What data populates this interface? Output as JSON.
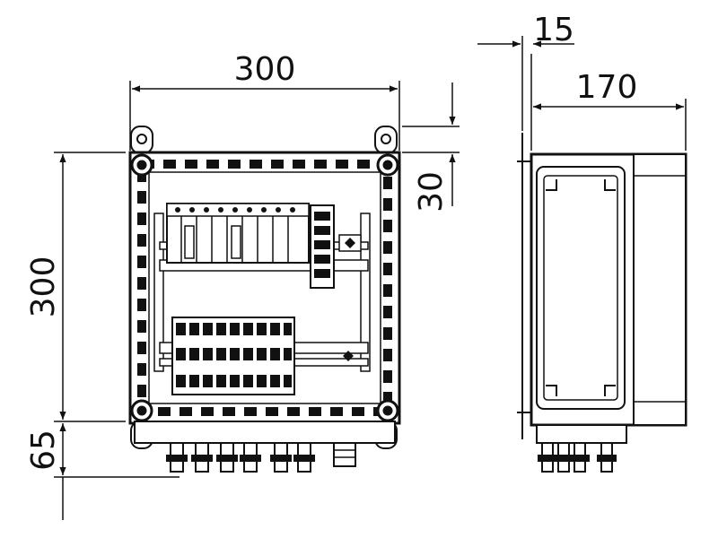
{
  "dimensions": {
    "front_width": "300",
    "front_height": "300",
    "mount_offset": "30",
    "cable_entry_height": "65",
    "side_depth": "170",
    "wall_gap": "15"
  }
}
